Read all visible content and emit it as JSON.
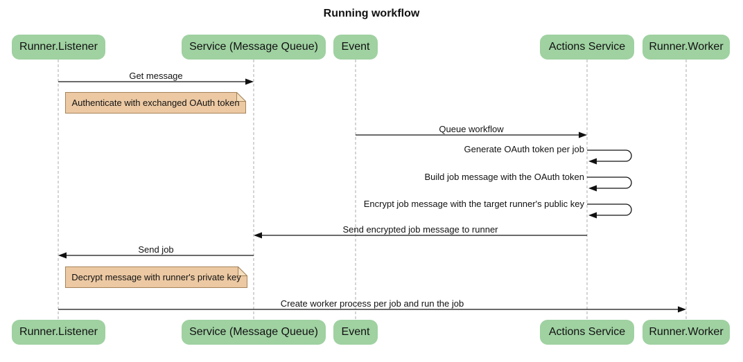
{
  "title": "Running workflow",
  "participants": [
    {
      "label": "Runner.Listener"
    },
    {
      "label": "Service (Message Queue)"
    },
    {
      "label": "Event"
    },
    {
      "label": "Actions Service"
    },
    {
      "label": "Runner.Worker"
    }
  ],
  "messages": [
    {
      "label": "Get message",
      "from": "Runner.Listener",
      "to": "Service (Message Queue)",
      "kind": "solid-arrow"
    },
    {
      "label": "Queue workflow",
      "from": "Event",
      "to": "Actions Service",
      "kind": "solid-arrow"
    },
    {
      "label": "Generate OAuth token per job",
      "from": "Actions Service",
      "to": "Actions Service",
      "kind": "self-arrow"
    },
    {
      "label": "Build job message with the OAuth token",
      "from": "Actions Service",
      "to": "Actions Service",
      "kind": "self-arrow"
    },
    {
      "label": "Encrypt job message with the target runner's public key",
      "from": "Actions Service",
      "to": "Actions Service",
      "kind": "self-arrow"
    },
    {
      "label": "Send encrypted job message to runner",
      "from": "Actions Service",
      "to": "Service (Message Queue)",
      "kind": "solid-arrow"
    },
    {
      "label": "Send job",
      "from": "Service (Message Queue)",
      "to": "Runner.Listener",
      "kind": "solid-arrow"
    },
    {
      "label": "Create worker process per job and run the job",
      "from": "Runner.Listener",
      "to": "Runner.Worker",
      "kind": "solid-arrow"
    }
  ],
  "notes": [
    {
      "label": "Authenticate with exchanged OAuth token",
      "anchor": "Runner.Listener"
    },
    {
      "label": "Decrypt message with runner's private key",
      "anchor": "Runner.Listener"
    }
  ],
  "colors": {
    "participant_fill": "#9fd1a1",
    "note_fill": "#ecc9a3",
    "note_fold_fill": "#f3debe",
    "note_border": "#a6835a",
    "lifeline": "#ababab",
    "arrow": "#111111",
    "text": "#111111",
    "background": "#ffffff"
  }
}
